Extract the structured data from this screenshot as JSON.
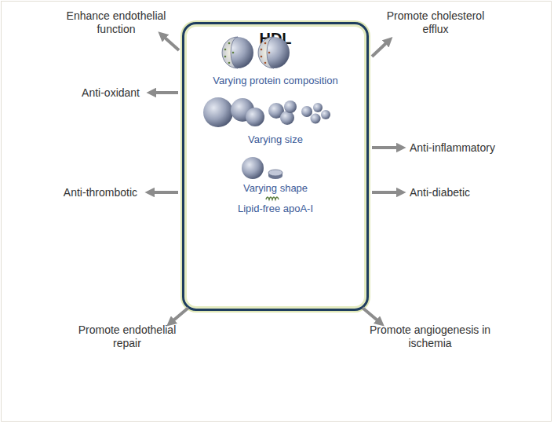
{
  "diagram": {
    "nodes": [
      {
        "text": [
          "HDL",
          "Varying protein composition",
          "Varying size",
          "Varying shape",
          "Lipid-free apoA-I"
        ]
      }
    ],
    "labels": [
      "Enhance endothelial function",
      "Promote cholesterol efflux",
      "Anti-oxidant",
      "Anti-inflammatory",
      "Anti-thrombotic",
      "Anti-diabetic",
      "Promote endothelial repair",
      "Promote angiogenesis in ischemia"
    ]
  }
}
